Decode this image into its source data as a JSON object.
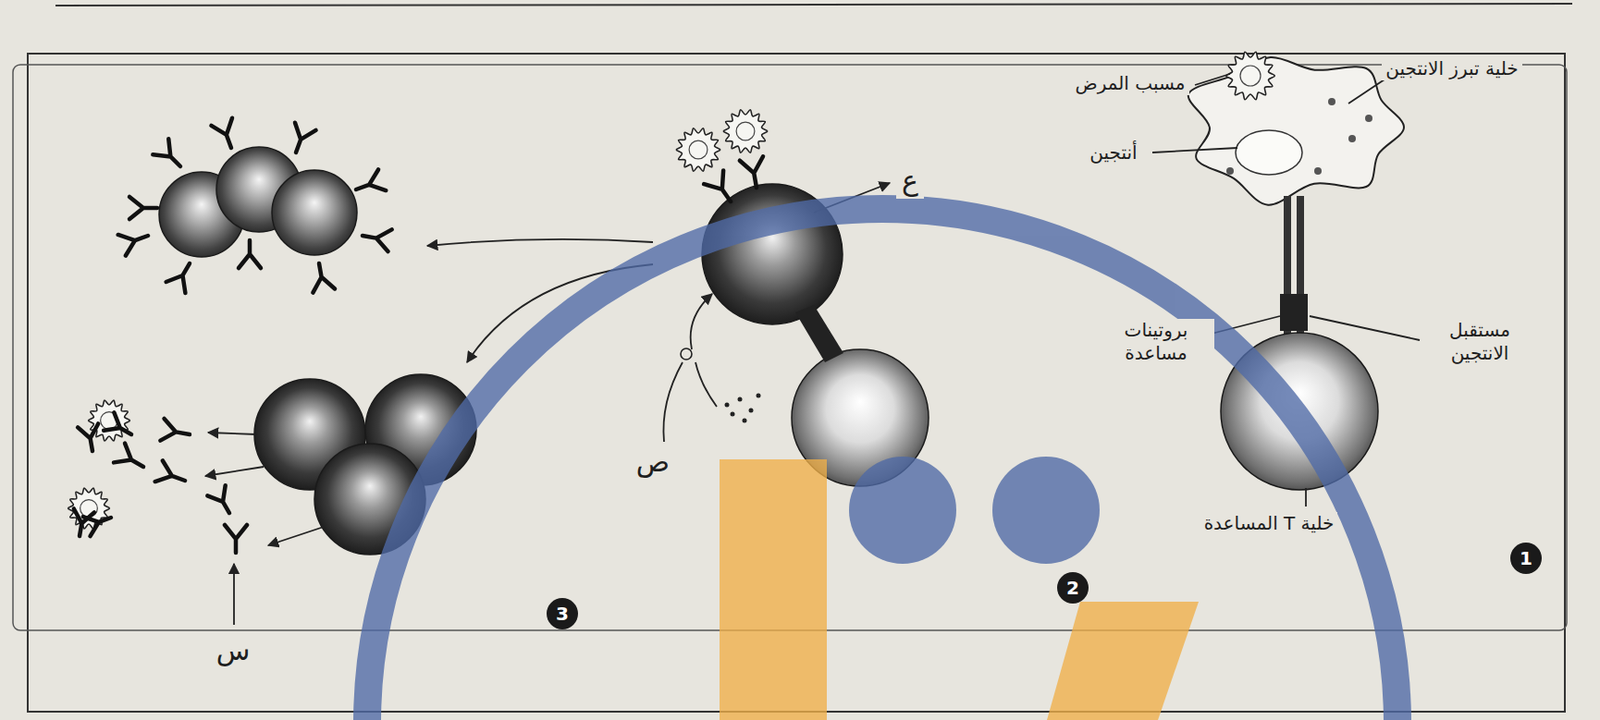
{
  "diagram": {
    "labels": [
      "خلية تبرز الانتجين",
      "مسبب المرض",
      "أنتجين",
      "مستقبل الانتجين",
      "بروتينات مساعدة",
      "خلية T المساعدة",
      "1",
      "ع",
      "ص",
      "2",
      "س",
      "3"
    ]
  }
}
